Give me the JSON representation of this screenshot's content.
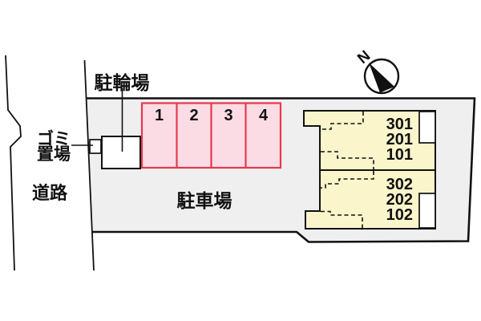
{
  "diagram_title": "apartment-site-plan",
  "colors": {
    "site_fill": "#efefef",
    "parking_fill": "#fbdce4",
    "parking_border": "#e5394e",
    "building_fill": "#faf5ca",
    "structure_fill": "#ffffff",
    "line": "#111111"
  },
  "labels": {
    "bicycle_parking": "駐輪場",
    "garbage_area_line1": "ゴミ",
    "garbage_area_line2": "置場",
    "road": "道路",
    "car_parking": "駐車場",
    "north_mark": "N"
  },
  "parking": {
    "spaces": [
      "1",
      "2",
      "3",
      "4"
    ]
  },
  "building": {
    "upper_units": [
      "301",
      "201",
      "101"
    ],
    "lower_units": [
      "302",
      "202",
      "102"
    ]
  }
}
